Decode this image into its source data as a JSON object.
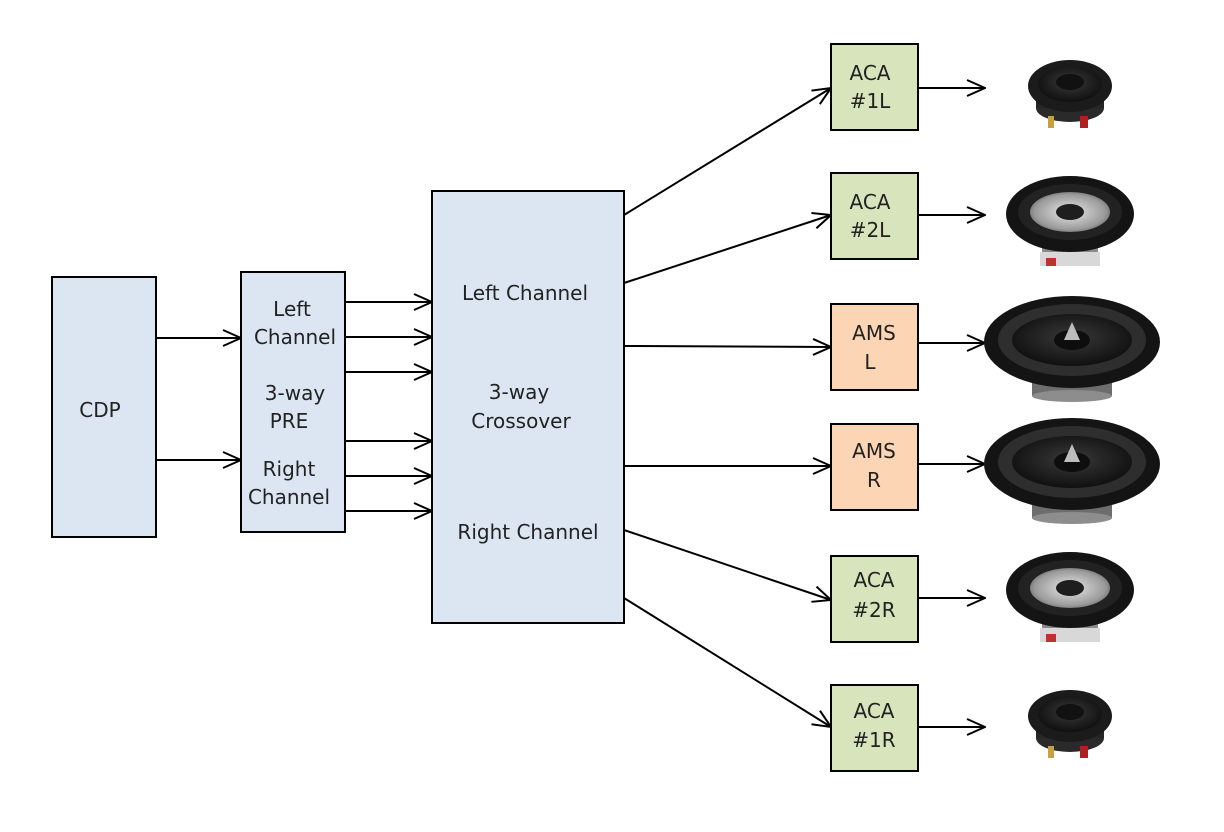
{
  "colors": {
    "box_blue": "#dce6f2",
    "box_green": "#d8e4bc",
    "box_orange": "#fcd5b4",
    "stroke": "#000000",
    "text": "#222222"
  },
  "cdp": {
    "label": "CDP"
  },
  "preamp": {
    "left_line1": "Left",
    "left_line2": "Channel",
    "mid_line1": "3-way",
    "mid_line2": "PRE",
    "right_line1": "Right",
    "right_line2": "Channel"
  },
  "crossover": {
    "left": "Left Channel",
    "mid_line1": "3-way",
    "mid_line2": "Crossover",
    "right": "Right Channel"
  },
  "amps": [
    {
      "line1": "ACA",
      "line2": "#1L",
      "speaker": "tweeter"
    },
    {
      "line1": "ACA",
      "line2": "#2L",
      "speaker": "midrange"
    },
    {
      "line1": "AMS",
      "line2": "L",
      "speaker": "woofer"
    },
    {
      "line1": "AMS",
      "line2": "R",
      "speaker": "woofer"
    },
    {
      "line1": "ACA",
      "line2": "#2R",
      "speaker": "midrange"
    },
    {
      "line1": "ACA",
      "line2": "#1R",
      "speaker": "tweeter"
    }
  ]
}
